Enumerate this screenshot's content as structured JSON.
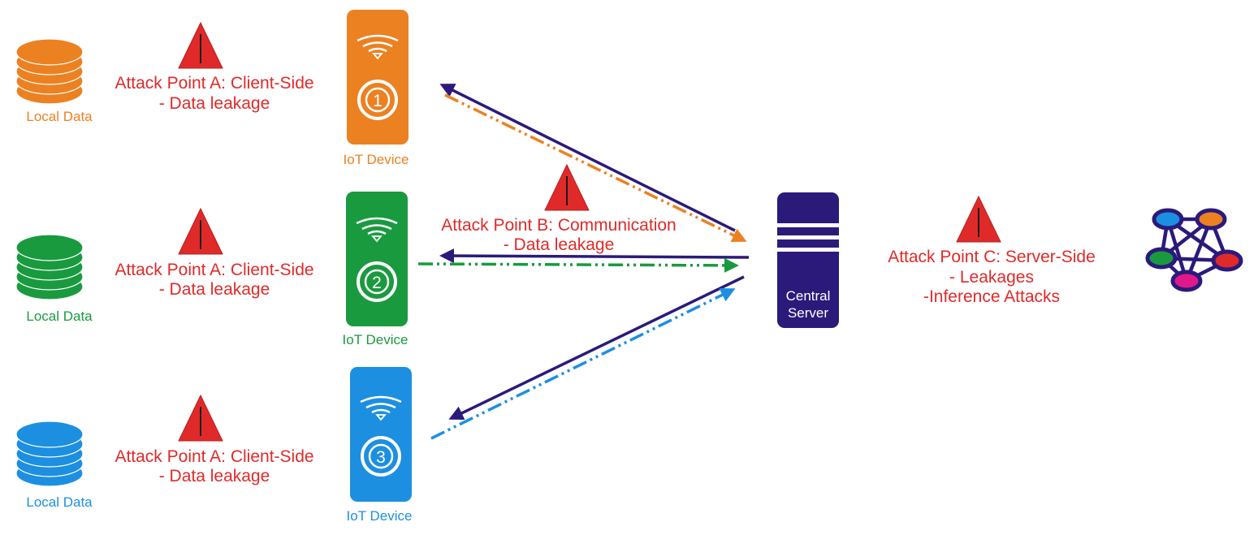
{
  "colors": {
    "orange": "#ec8121",
    "green": "#1a9a3f",
    "blue": "#1d8fe1",
    "navy": "#2b1a7a",
    "red": "#e02a2a",
    "warning_fill": "#e02a2a"
  },
  "clients": [
    {
      "data_label": "Local Data",
      "attack_title": "Attack Point A: Client-Side",
      "attack_sub": "- Data leakage",
      "device_label": "IoT Device",
      "device_number": "1",
      "color": "#ec8121"
    },
    {
      "data_label": "Local Data",
      "attack_title": "Attack Point A: Client-Side",
      "attack_sub": "- Data leakage",
      "device_label": "IoT Device",
      "device_number": "2",
      "color": "#1a9a3f"
    },
    {
      "data_label": "Local Data",
      "attack_title": "Attack Point A: Client-Side",
      "attack_sub": "- Data leakage",
      "device_label": "IoT Device",
      "device_number": "3",
      "color": "#1d8fe1"
    }
  ],
  "communication": {
    "attack_title": "Attack Point B: Communication",
    "attack_sub": "- Data leakage"
  },
  "server": {
    "label_line1": "Central",
    "label_line2": "Server",
    "attack_title": "Attack Point C: Server-Side",
    "attack_line2": "- Leakages",
    "attack_line3": "-Inference Attacks"
  },
  "icons": {
    "warning": "warning-triangle-icon",
    "database": "database-stack-icon",
    "wifi": "wifi-icon",
    "network": "neural-network-icon"
  }
}
